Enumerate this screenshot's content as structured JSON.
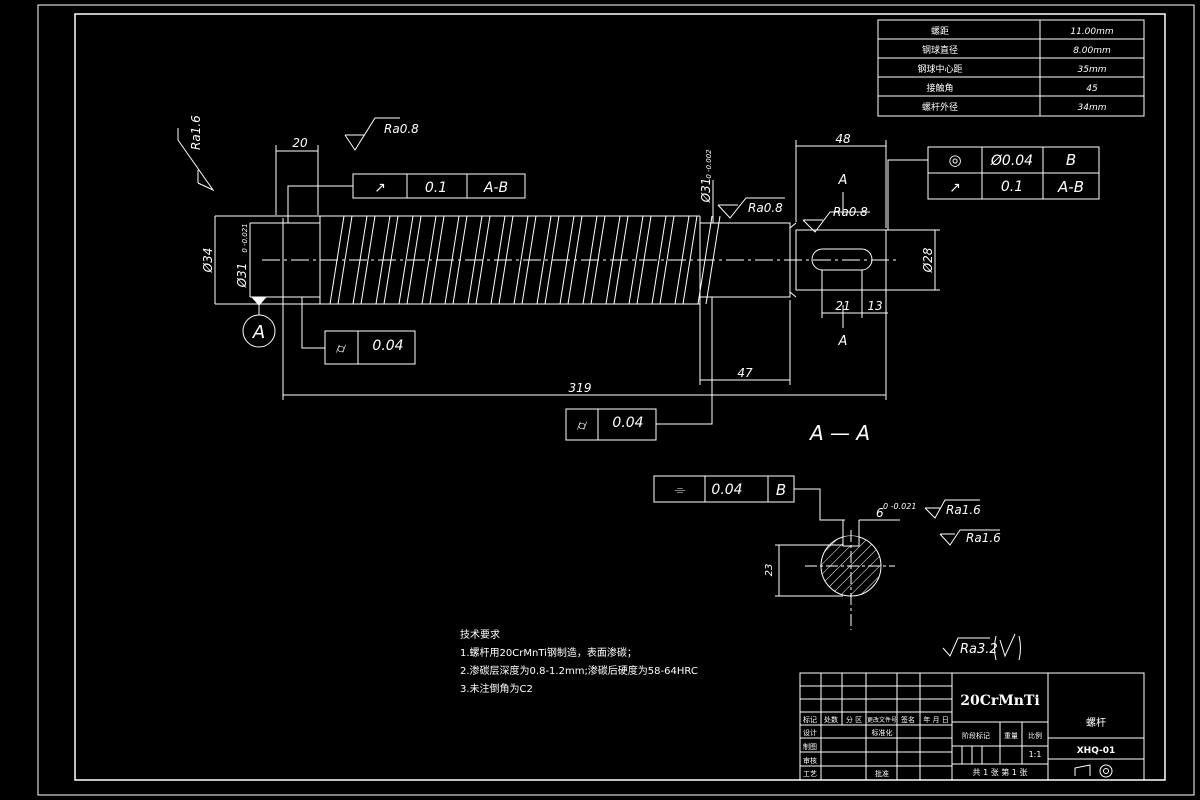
{
  "spec_table": [
    {
      "label": "螺距",
      "value": "11.00mm"
    },
    {
      "label": "钢球直径",
      "value": "8.00mm"
    },
    {
      "label": "钢球中心距",
      "value": "35mm"
    },
    {
      "label": "接触角",
      "value": "45"
    },
    {
      "label": "螺杆外径",
      "value": "34mm"
    }
  ],
  "dims": {
    "d20": "20",
    "d48": "48",
    "d319": "319",
    "d47": "47",
    "d21": "21",
    "d13": "13",
    "d34": "Ø34",
    "d31": "Ø31",
    "d31_tol": "0 -0.021",
    "d31b": "Ø31",
    "d31b_tol": "0 -0.002",
    "d28": "Ø28",
    "d23": "23",
    "d6": "6",
    "d6_tol": "0 -0.021"
  },
  "roughness": {
    "r_top": "Ra0.8",
    "r_left": "Ra1.6",
    "r_mid1": "Ra0.8",
    "r_mid2": "Ra0.8",
    "r_sec1": "Ra1.6",
    "r_sec2": "Ra1.6",
    "r_general": "Ra3.2"
  },
  "fcf": {
    "f1_sym": "↗",
    "f1_val": "0.1",
    "f1_ref": "A-B",
    "f2_sym": "⌭",
    "f2_val": "0.04",
    "f3_sym": "⌭",
    "f3_val": "0.04",
    "f4a_sym": "◎",
    "f4a_val": "Ø0.04",
    "f4a_ref": "B",
    "f4b_sym": "↗",
    "f4b_val": "0.1",
    "f4b_ref": "A-B",
    "f5_sym": "⌯",
    "f5_val": "0.04",
    "f5_ref": "B"
  },
  "labels": {
    "datum_a": "A",
    "sec_a_top": "A",
    "sec_a_bot": "A",
    "section_title": "A — A"
  },
  "notes": {
    "title": "技术要求",
    "line1": "1.螺杆用20CrMnTi钢制造，表面渗碳；",
    "line2": "2.渗碳层深度为0.8-1.2mm;渗碳后硬度为58-64HRC",
    "line3": "3.未注倒角为C2"
  },
  "title_block": {
    "material": "20CrMnTi",
    "part_name": "螺杆",
    "drawing_no": "XHQ-01",
    "scale": "1:1",
    "h_mark": "标记",
    "h_count": "处数",
    "h_zone": "分 区",
    "h_docno": "更改文件号",
    "h_sign": "签名",
    "h_date": "年 月 日",
    "h_design": "设计",
    "h_std": "标准化",
    "h_draw": "制图",
    "h_check": "审核",
    "h_process": "工艺",
    "h_approve": "批准",
    "h_stage": "阶段标记",
    "h_weight": "重量",
    "h_ratio": "比例",
    "sheets": "共 1 张  第 1 张"
  }
}
